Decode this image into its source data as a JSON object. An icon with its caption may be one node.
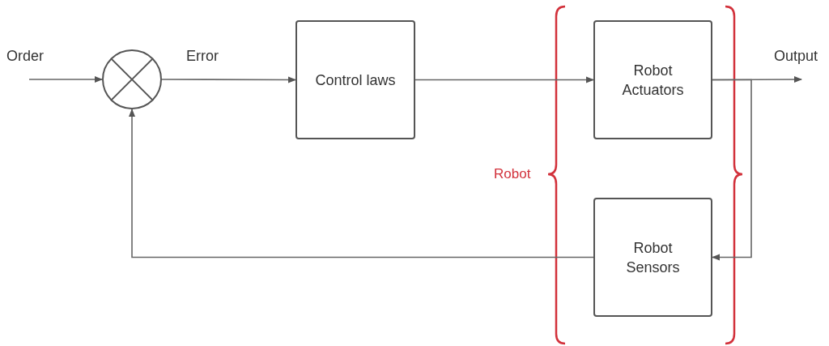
{
  "diagram": {
    "nodes": [
      {
        "text": [],
        "shape": "circle"
      },
      {
        "text": [
          "Control laws"
        ]
      },
      {
        "text": [
          "Robot Actuators"
        ]
      },
      {
        "text": [
          "Robot Sensors"
        ]
      }
    ],
    "edges": [
      {
        "from": null,
        "to": 0,
        "arrow": "to",
        "label": "Order"
      },
      {
        "from": 0,
        "to": 1,
        "arrow": "to",
        "label": "Error"
      },
      {
        "from": 1,
        "to": 2,
        "arrow": "to"
      },
      {
        "from": 2,
        "to": null,
        "arrow": "to",
        "label": "Output"
      },
      {
        "from": 2,
        "to": 3,
        "arrow": "to"
      },
      {
        "from": 3,
        "to": 0,
        "arrow": "to"
      }
    ],
    "labels": [
      "Robot"
    ]
  }
}
